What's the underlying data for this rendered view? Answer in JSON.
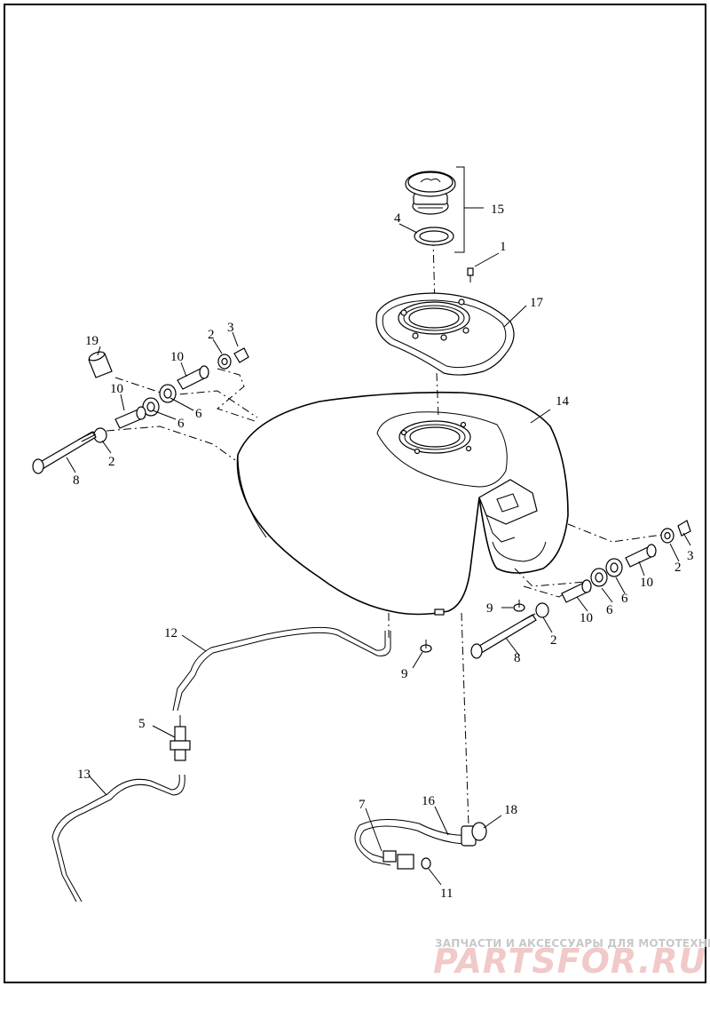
{
  "labels": {
    "l1": "1",
    "l2a": "2",
    "l2b": "2",
    "l2c": "2",
    "l2d": "2",
    "l3a": "3",
    "l3b": "3",
    "l4": "4",
    "l5": "5",
    "l6a": "6",
    "l6b": "6",
    "l6c": "6",
    "l6d": "6",
    "l7": "7",
    "l8a": "8",
    "l8b": "8",
    "l9a": "9",
    "l9b": "9",
    "l10a": "10",
    "l10b": "10",
    "l10c": "10",
    "l10d": "10",
    "l11": "11",
    "l12": "12",
    "l13": "13",
    "l14": "14",
    "l15": "15",
    "l16": "16",
    "l17": "17",
    "l18": "18",
    "l19": "19"
  },
  "watermark": {
    "tagline": "ЗАПЧАСТИ И АКСЕССУАРЫ ДЛЯ МОТОТЕХНИКИ",
    "brand": "PARTSFOR.RU"
  },
  "icons": {
    "fuel_cap": "fuel-cap-icon",
    "fuel_tank": "fuel-tank-icon"
  },
  "colors": {
    "line": "#000000",
    "background": "#ffffff",
    "watermark_brand": "#f1c9c9",
    "watermark_tagline": "#c8c8c8"
  }
}
